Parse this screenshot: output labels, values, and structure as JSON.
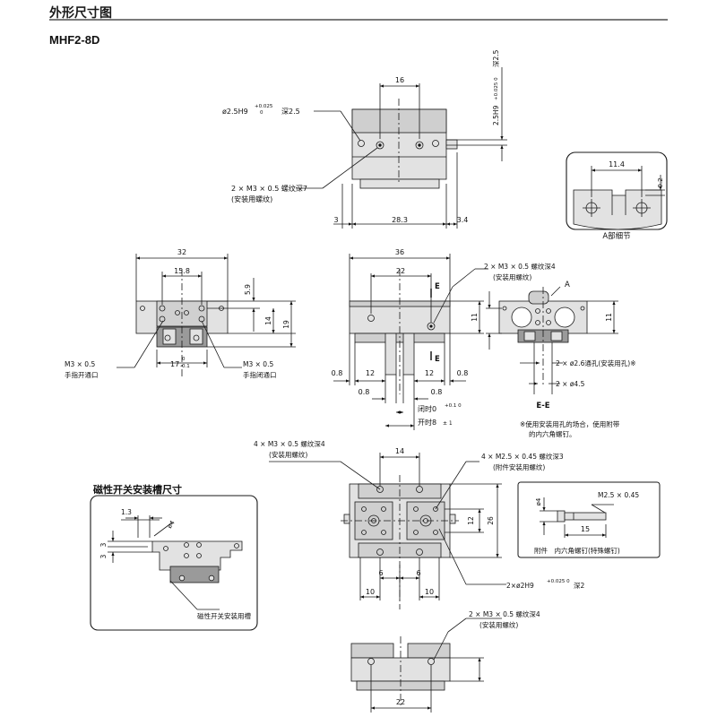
{
  "header": {
    "title": "外形尺寸图",
    "model": "MHF2-8D"
  },
  "colors": {
    "body_fill": "#e2e2e2",
    "dark_fill": "#9a9a9a",
    "line": "#1a1a1a",
    "header_rule": "#7a7a7a"
  },
  "top_view": {
    "dim_top": "16",
    "dim_bottom": [
      "3",
      "28.3",
      "3.4"
    ],
    "hole_callout": "ø2.5H9",
    "hole_tol_upper": "+0.025",
    "hole_tol_lower": "0",
    "hole_depth": "深2.5",
    "thread_callout": "2 × M3 × 0.5 螺纹深7",
    "thread_note": "(安装用螺纹)",
    "side_callout": "2.5H9",
    "side_tol": "+0.025 0",
    "side_depth": "深2.5"
  },
  "detail_a": {
    "dim_width": "11.4",
    "dim_height": "0.2",
    "label": "A部细节"
  },
  "left_view": {
    "dim_32": "32",
    "dim_15_8": "15.8",
    "dim_5_9": "5.9",
    "dim_14": "14",
    "dim_19": "19",
    "dim_17": "17",
    "dim_17_tol_upper": "0",
    "dim_17_tol_lower": "-0.1",
    "port_open": "M3 × 0.5",
    "port_open_note": "手指开通口",
    "port_close": "M3 × 0.5",
    "port_close_note": "手指闭通口"
  },
  "front_view": {
    "dim_36": "36",
    "dim_22": "22",
    "dim_11": "11",
    "section_e": "E",
    "dims_bottom": [
      "0.8",
      "12",
      "12",
      "0.8"
    ],
    "dim_0_8_left": "0.8",
    "dim_0_8_right": "0.8",
    "closed_label": "闭时0",
    "closed_tol": "+0.1 0",
    "open_label": "开时8",
    "open_tol": "± 1"
  },
  "section_ee": {
    "callout": "2 × M3 × 0.5 螺纹深4",
    "callout_note": "(安装用螺纹)",
    "label_a": "A",
    "dim_11": "11",
    "hole_through": "2 × ø2.6通孔(安装用孔)※",
    "hole_45": "2 × ø4.5",
    "label": "E-E",
    "footnote_1": "※使用安装用孔的场合，使用附带",
    "footnote_2": "的内六角螺钉。"
  },
  "bottom_view": {
    "callout_m3": "4 × M3 × 0.5 螺纹深4",
    "callout_m3_note": "(安装用螺纹)",
    "callout_m25": "4 × M2.5 × 0.45 螺纹深3",
    "callout_m25_note": "(附件安装用螺纹)",
    "dim_14": "14",
    "dim_12": "12",
    "dim_26": "26",
    "dim_6_left": "6",
    "dim_6_right": "6",
    "dim_10_left": "10",
    "dim_10_right": "10",
    "pin_hole": "2×ø2H9",
    "pin_tol": "+0.025 0",
    "pin_depth": "深2"
  },
  "accessory": {
    "thread": "M2.5 × 0.45",
    "dim_4": "ø4",
    "dim_15": "15",
    "label": "附件　内六角螺钉(特殊螺钉)"
  },
  "magnetic": {
    "title": "磁性开关安装槽尺寸",
    "dim_1_3": "1.3",
    "dim_3a": "3",
    "dim_3b": "3",
    "dim_phi4": "ø4",
    "slot_note": "磁性开关安装用槽"
  },
  "end_view": {
    "callout": "2 × M3 × 0.5 螺纹深4",
    "callout_note": "(安装用螺纹)",
    "dim_22": "22"
  }
}
